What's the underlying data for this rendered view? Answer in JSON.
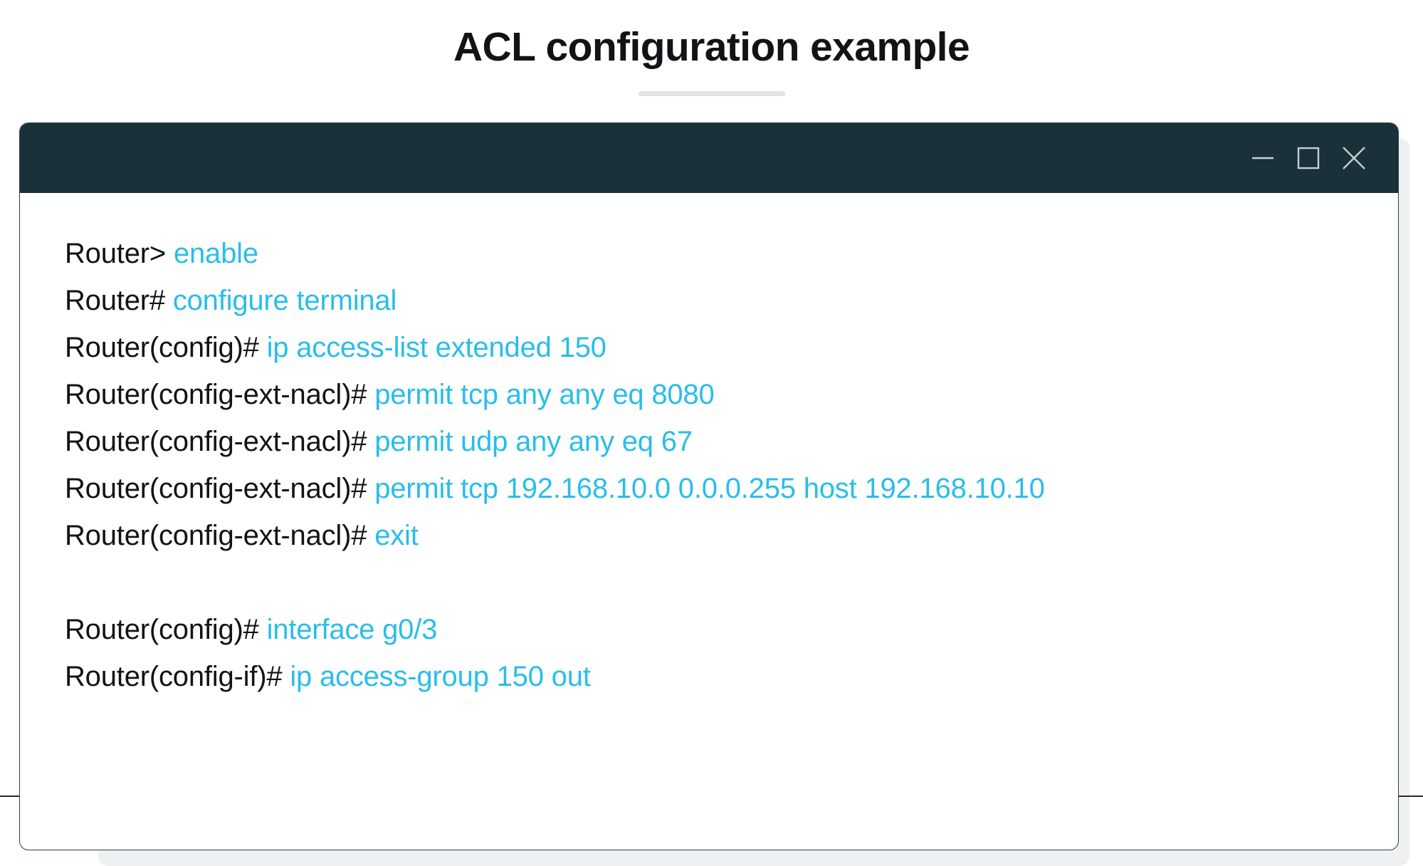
{
  "header": {
    "title": "ACL configuration example",
    "divider": "title-divider"
  },
  "window": {
    "controls": [
      {
        "name": "minimize",
        "label": "Minimize",
        "glyph": "minus-icon"
      },
      {
        "name": "maximize",
        "label": "Maximize",
        "glyph": "square-icon"
      },
      {
        "name": "close",
        "label": "Close",
        "glyph": "close-icon"
      }
    ]
  },
  "terminal": {
    "lines": [
      {
        "prompt": "Router> ",
        "command": "enable"
      },
      {
        "prompt": "Router# ",
        "command": "configure terminal"
      },
      {
        "prompt": "Router(config)# ",
        "command": "ip access-list extended 150"
      },
      {
        "prompt": "Router(config-ext-nacl)# ",
        "command": "permit tcp any any eq 8080"
      },
      {
        "prompt": "Router(config-ext-nacl)# ",
        "command": "permit udp any any eq 67"
      },
      {
        "prompt": "Router(config-ext-nacl)# ",
        "command": "permit tcp 192.168.10.0 0.0.0.255 host 192.168.10.10"
      },
      {
        "prompt": "Router(config-ext-nacl)# ",
        "command": "exit"
      },
      {
        "prompt": "",
        "command": ""
      },
      {
        "prompt": "Router(config)# ",
        "command": "interface g0/3"
      },
      {
        "prompt": "Router(config-if)# ",
        "command": "ip access-group 150 out"
      }
    ]
  },
  "colors": {
    "title_bar": "#1b313a",
    "command_cyan": "#29bdeb",
    "prompt_black": "#111417",
    "divider_gray": "#e2e4e5",
    "shadow_gray": "#eff0f1"
  }
}
